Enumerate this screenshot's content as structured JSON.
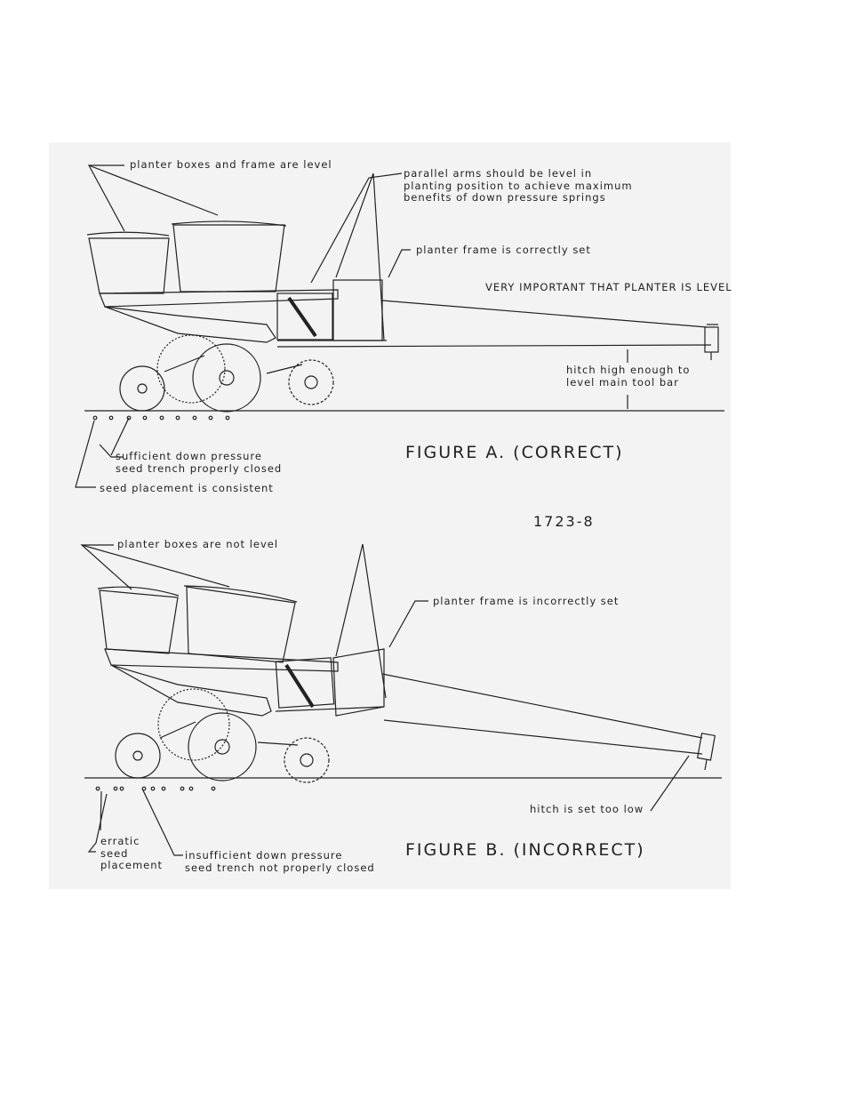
{
  "figure_a": {
    "label_boxes_level": "planter boxes and frame are level",
    "label_parallel_arms": "parallel arms should be level in\nplanting position to achieve maximum\nbenefits of down pressure springs",
    "label_frame_correct": "planter frame is correctly set",
    "label_very_important": "VERY IMPORTANT THAT PLANTER IS LEVEL",
    "label_hitch_high": "hitch high enough to\nlevel main tool bar",
    "label_down_pressure": "sufficient down pressure\nseed trench properly closed",
    "label_seed_consistent": "seed placement is consistent",
    "title": "FIGURE A. (CORRECT)"
  },
  "part_number": "1723-8",
  "figure_b": {
    "label_boxes_not_level": "planter boxes are not level",
    "label_frame_incorrect": "planter frame is incorrectly set",
    "label_hitch_low": "hitch is set too low",
    "label_erratic": "erratic\nseed\nplacement",
    "label_insufficient": "insufficient down pressure\nseed trench not properly closed",
    "title": "FIGURE B. (INCORRECT)"
  }
}
